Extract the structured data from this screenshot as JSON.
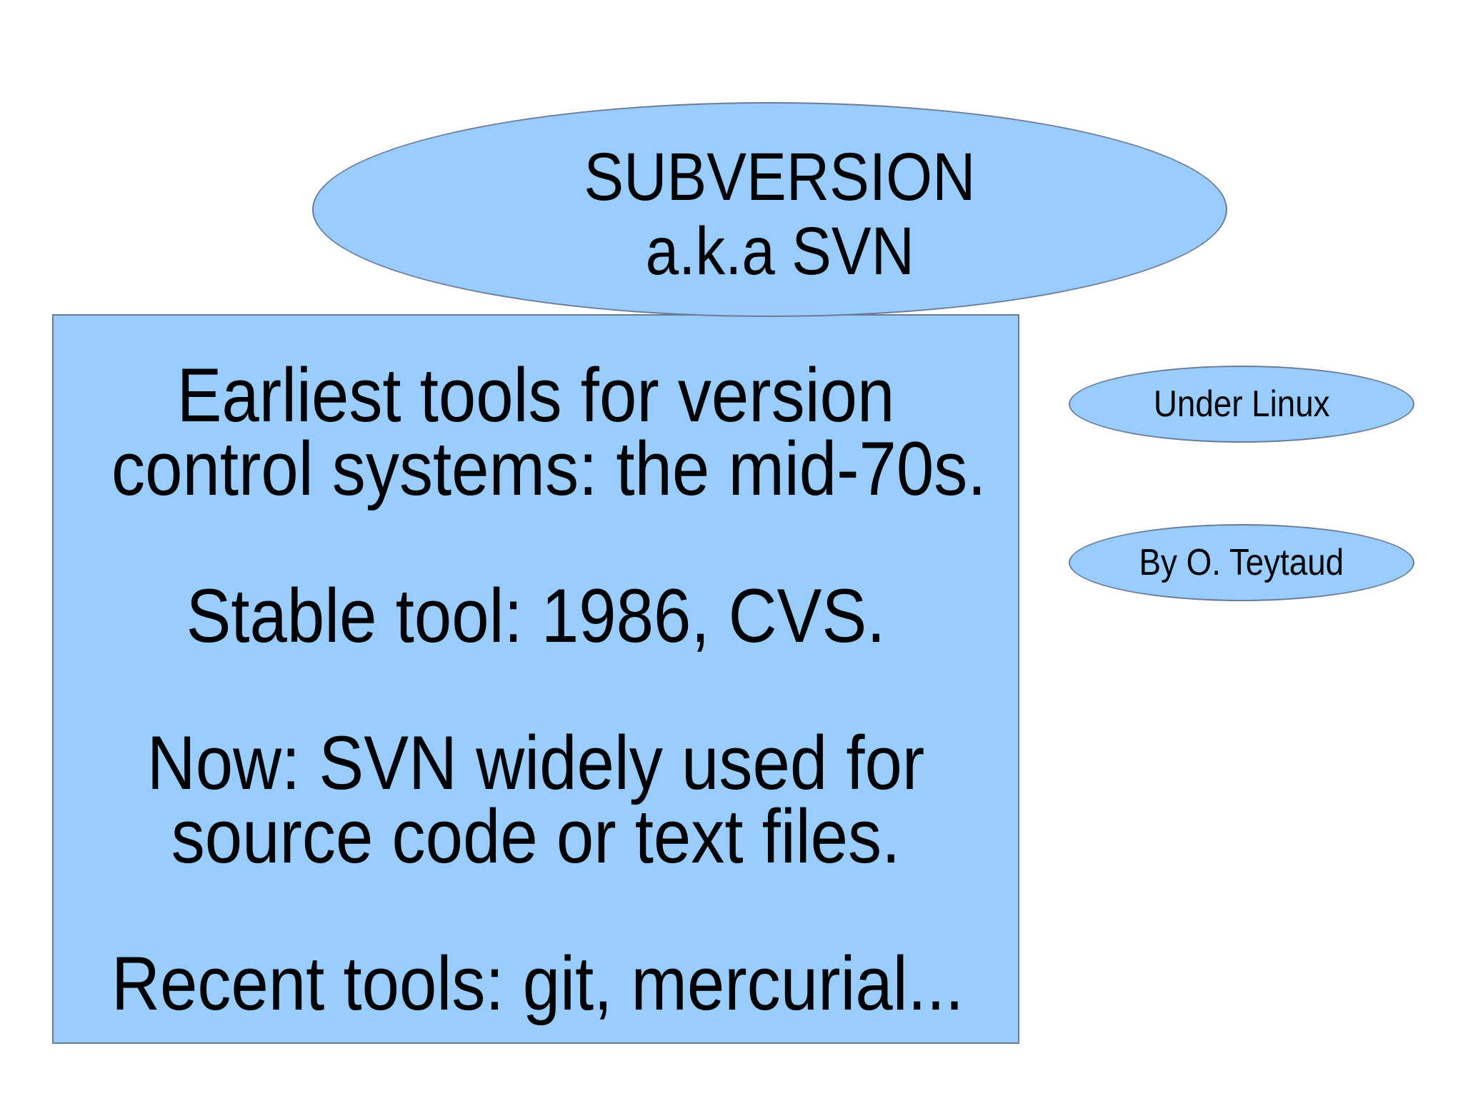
{
  "slide": {
    "title": {
      "lines": [
        "SUBVERSION",
        "a.k.a SVN"
      ]
    },
    "body": {
      "lines": [
        "Earliest tools for version",
        "control systems: the mid-70s.",
        "",
        "Stable tool: 1986, CVS.",
        "",
        "Now: SVN widely used for",
        "source code or text files.",
        "",
        "Recent tools: git, mercurial..."
      ]
    },
    "badges": [
      {
        "label": "Under Linux"
      },
      {
        "label": "By O. Teytaud"
      }
    ],
    "colors": {
      "shape_fill": "#99ccff",
      "shape_border": "#6b7b94",
      "text": "#000000",
      "background": "#ffffff"
    }
  }
}
